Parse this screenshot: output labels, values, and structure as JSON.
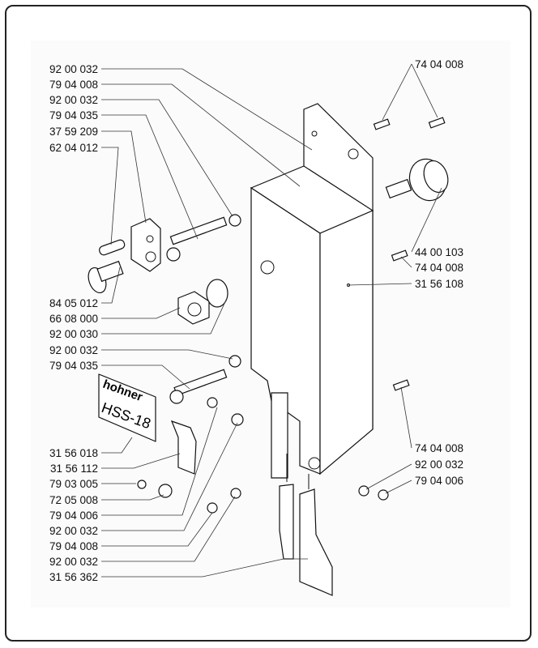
{
  "left_labels": [
    "92 00 032",
    "79 04 008",
    "92 00 032",
    "79 04 035",
    "37 59 209",
    "62 04 012",
    "84 05 012",
    "66 08 000",
    "92 00 030",
    "92 00 032",
    "79 04 035",
    "31 56 018",
    "31 56 112",
    "79 03 005",
    "72 05 008",
    "79 04 006",
    "92 00 032",
    "79 04 008",
    "92 00 032",
    "31 56 362"
  ],
  "right_labels": [
    "74 04 008",
    "44 00 103",
    "74 04 008",
    "31 56 108",
    "74 04 008",
    "92 00 032",
    "79 04 006"
  ],
  "nameplate": {
    "brand": "hohner",
    "model": "HSS-18"
  }
}
